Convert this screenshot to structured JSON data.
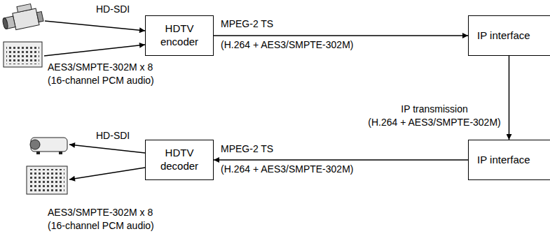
{
  "diagram": {
    "nodes": [
      {
        "text": [
          "HDTV encoder"
        ]
      },
      {
        "text": [
          "IP interface"
        ]
      },
      {
        "text": [
          "IP interface"
        ]
      },
      {
        "text": [
          "HDTV decoder"
        ]
      }
    ],
    "edges": [
      {
        "from": 0,
        "to": 1,
        "arrow": "to",
        "label": "MPEG-2 TS"
      },
      {
        "from": 1,
        "to": 2,
        "arrow": "to",
        "label": "IP transmission"
      },
      {
        "from": 2,
        "to": 3,
        "arrow": "to",
        "label": "MPEG-2 TS"
      }
    ],
    "labels": [
      "HD-SDI",
      "AES3/SMPTE-302M x 8",
      "(16-channel PCM audio)",
      "(H.264 + AES3/SMPTE-302M)",
      "(H.264 + AES3/SMPTE-302M)",
      "(H.264 + AES3/SMPTE-302M)",
      "HD-SDI",
      "AES3/SMPTE-302M x 8",
      "(16-channel PCM audio)"
    ]
  }
}
